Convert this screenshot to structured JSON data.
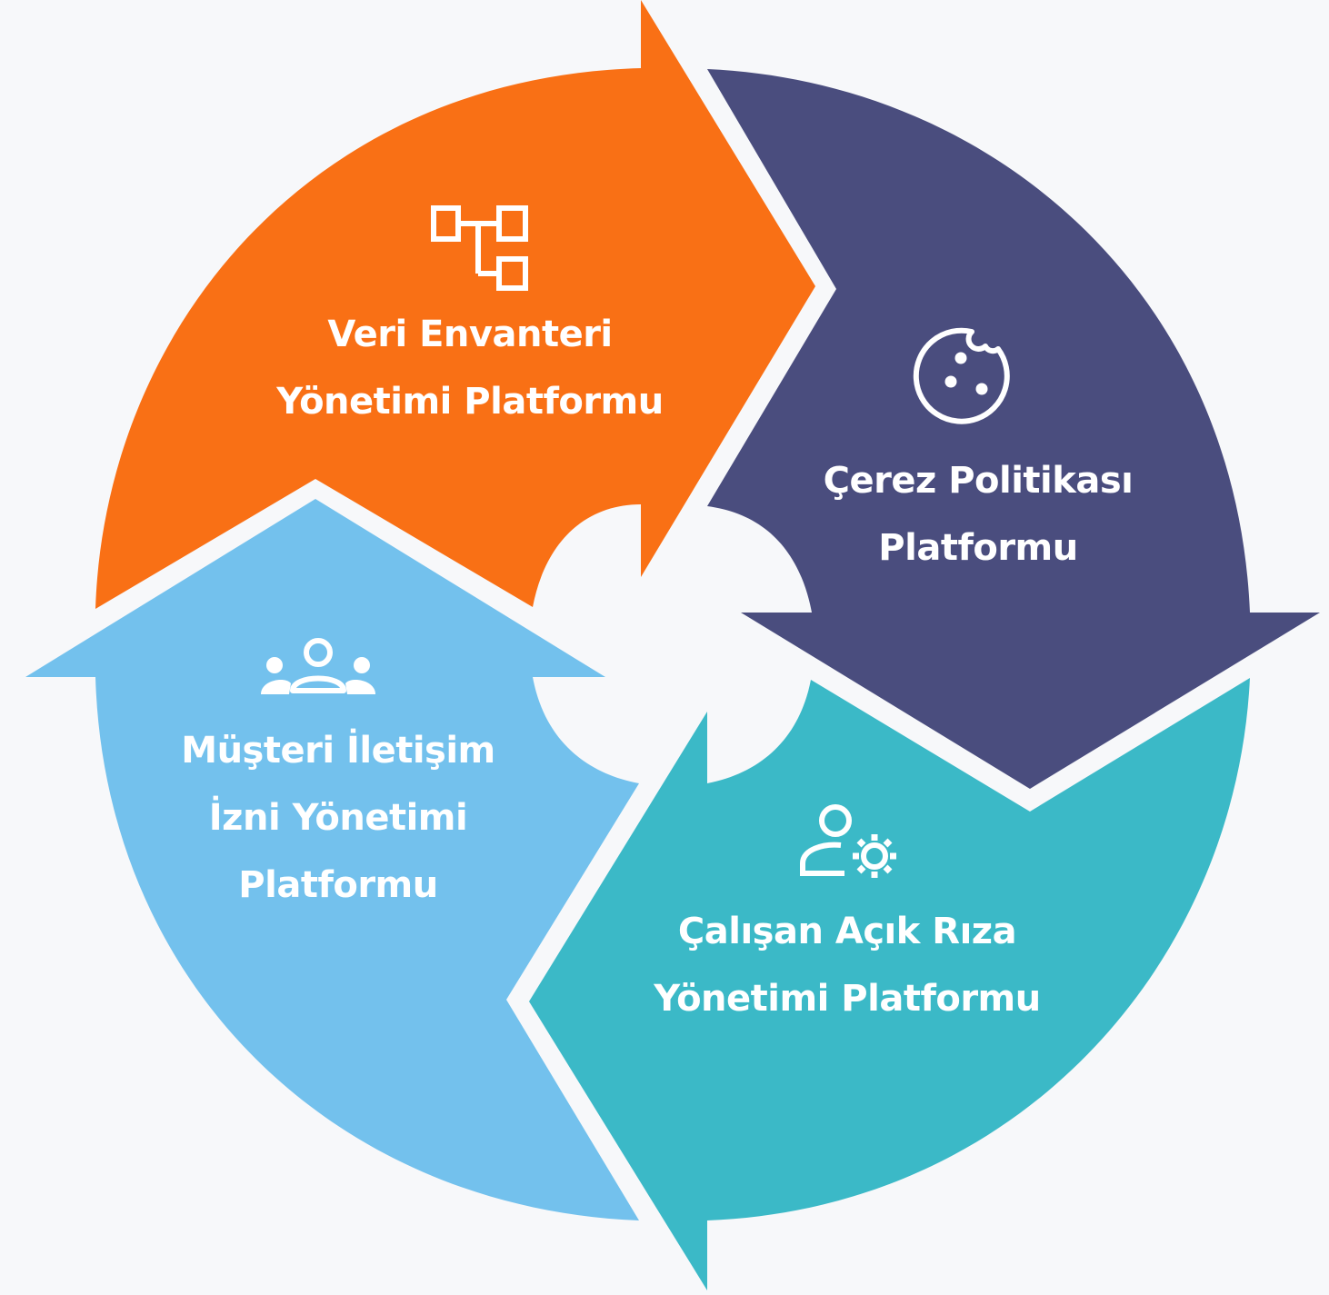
{
  "diagram": {
    "segments": [
      {
        "id": "veri-envanteri",
        "color": "#f97015",
        "icon": "hierarchy-icon",
        "lines": [
          "Veri Envanteri",
          "Yönetimi Platformu"
        ]
      },
      {
        "id": "cerez-politikasi",
        "color": "#4a4d7e",
        "icon": "cookie-icon",
        "lines": [
          "Çerez Politikası",
          "Platformu"
        ]
      },
      {
        "id": "calisan-acik-riza",
        "color": "#3bb9c7",
        "icon": "user-settings-icon",
        "lines": [
          "Çalışan Açık Rıza",
          "Yönetimi Platformu"
        ]
      },
      {
        "id": "musteri-iletisim",
        "color": "#73c1ed",
        "icon": "users-group-icon",
        "lines": [
          "Müşteri İletişim",
          "İzni Yönetimi",
          "Platformu"
        ]
      }
    ]
  }
}
